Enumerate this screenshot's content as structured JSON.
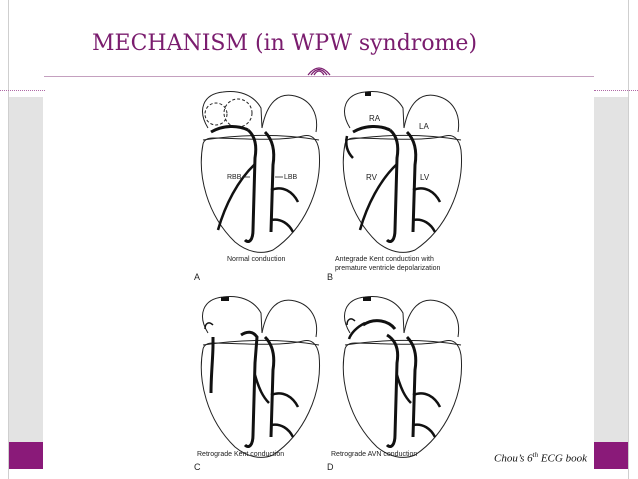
{
  "slide": {
    "title": "MECHANISM (in WPW syndrome)",
    "source": {
      "prefix": "Chou’s 6",
      "superscript": "th",
      "suffix": " ECG book"
    }
  },
  "panels": [
    {
      "letter": "A",
      "caption": [
        "Normal conduction"
      ],
      "labels": [
        "RBB",
        "LBB"
      ]
    },
    {
      "letter": "B",
      "caption": [
        "Antegrade Kent conduction with",
        "premature ventricle depolarization"
      ],
      "labels": [
        "RA",
        "LA",
        "RV",
        "LV"
      ]
    },
    {
      "letter": "C",
      "caption": [
        "Retrograde Kent conduction"
      ],
      "labels": []
    },
    {
      "letter": "D",
      "caption": [
        "Retrograde AVN conduction"
      ],
      "labels": []
    }
  ],
  "colors": {
    "accent": "#7a1c6e",
    "plum": "#8a1a79",
    "band": "#e3e3e3"
  },
  "icons": {
    "ornament": "arc-ornament-icon"
  }
}
